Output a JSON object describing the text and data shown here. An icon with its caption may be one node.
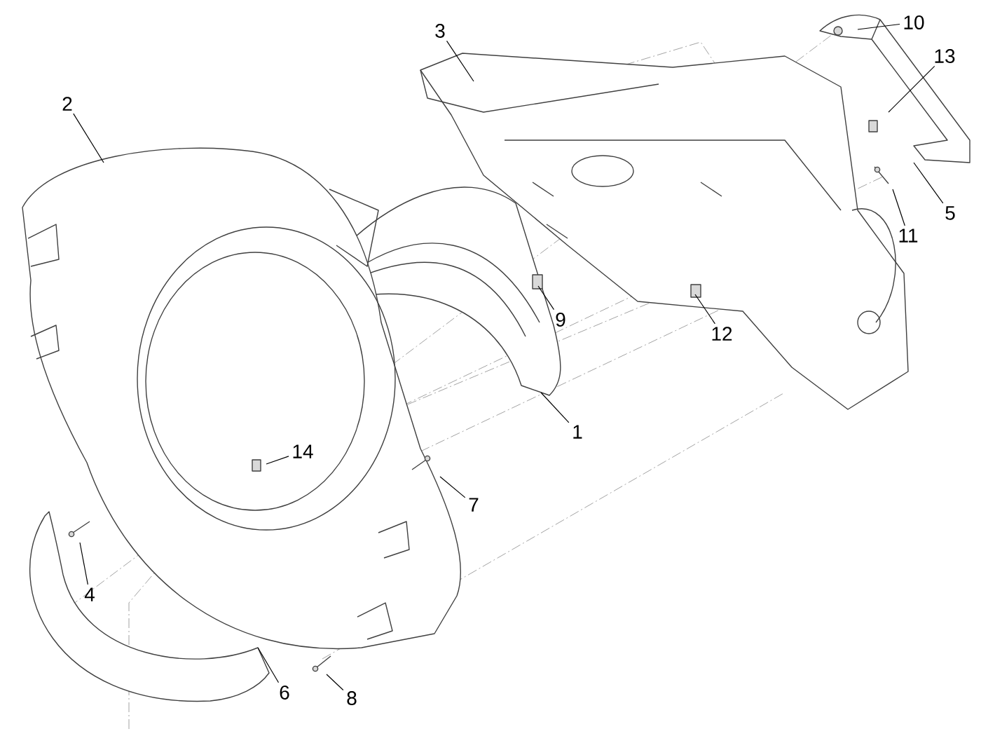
{
  "diagram": {
    "nodes": [
      {
        "text": [
          "10"
        ]
      },
      {
        "text": [
          "3"
        ]
      },
      {
        "text": [
          "13"
        ]
      },
      {
        "text": [
          "2"
        ]
      },
      {
        "text": [
          "5"
        ]
      },
      {
        "text": [
          "11"
        ]
      },
      {
        "text": [
          "9"
        ]
      },
      {
        "text": [
          "12"
        ]
      },
      {
        "text": [
          "1"
        ]
      },
      {
        "text": [
          "14"
        ]
      },
      {
        "text": [
          "7"
        ]
      },
      {
        "text": [
          "4"
        ]
      },
      {
        "text": [
          "6"
        ]
      },
      {
        "text": [
          "8"
        ]
      }
    ],
    "edges": [
      {
        "from": 0,
        "to": null,
        "arrow": "none"
      },
      {
        "from": 1,
        "to": null,
        "arrow": "none"
      },
      {
        "from": 2,
        "to": null,
        "arrow": "none"
      },
      {
        "from": 3,
        "to": null,
        "arrow": "none"
      },
      {
        "from": 4,
        "to": null,
        "arrow": "none"
      },
      {
        "from": 5,
        "to": null,
        "arrow": "none"
      },
      {
        "from": 6,
        "to": null,
        "arrow": "none"
      },
      {
        "from": 7,
        "to": null,
        "arrow": "none"
      },
      {
        "from": 8,
        "to": null,
        "arrow": "none"
      },
      {
        "from": 9,
        "to": null,
        "arrow": "none"
      },
      {
        "from": 10,
        "to": null,
        "arrow": "none"
      },
      {
        "from": 11,
        "to": null,
        "arrow": "none"
      },
      {
        "from": 12,
        "to": null,
        "arrow": "none"
      },
      {
        "from": 13,
        "to": null,
        "arrow": "none"
      }
    ]
  }
}
